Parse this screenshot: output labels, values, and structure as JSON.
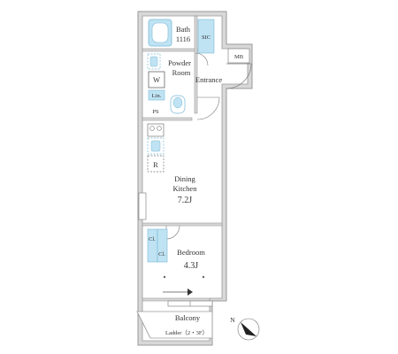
{
  "colors": {
    "wall": "#d8d8d8",
    "wall_edge": "#9a9a9a",
    "line": "#555555",
    "fixture": "#bfe3f3",
    "fixture_edge": "#7ab8d6",
    "text": "#333333"
  },
  "rooms": {
    "bath": {
      "name": "Bath",
      "size": "1116"
    },
    "sic": {
      "name": "SIC"
    },
    "mb": {
      "name": "MB"
    },
    "powder": {
      "line1": "Powder",
      "line2": "Room"
    },
    "washer": {
      "name": "W"
    },
    "linen": {
      "name": "Lin."
    },
    "ps": {
      "name": "PS"
    },
    "entrance": {
      "name": "Entrance"
    },
    "kitchen": {
      "line1": "Dining",
      "line2": "Kitchen",
      "size": "7.2J"
    },
    "refrigerator": {
      "name": "R"
    },
    "bedroom": {
      "name": "Bedroom",
      "size": "4.3J"
    },
    "closet": {
      "top": "Cl.",
      "bottom": "Cl."
    },
    "balcony": {
      "name": "Balcony"
    },
    "ladder": {
      "name": "Ladder（2・3F）"
    }
  },
  "compass": {
    "label": "N",
    "icon": "north-arrow-icon"
  }
}
